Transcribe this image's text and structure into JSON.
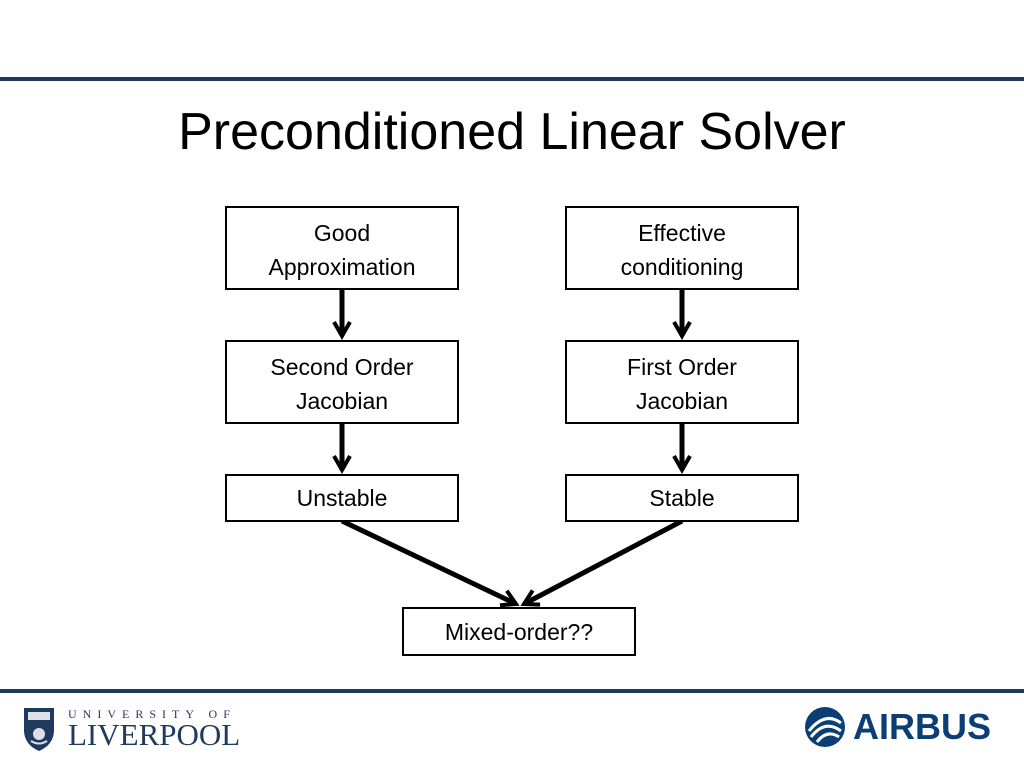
{
  "slide": {
    "title": "Preconditioned Linear Solver"
  },
  "diagram": {
    "nodes": [
      {
        "id": "good-approx",
        "lines": [
          "Good",
          "Approximation"
        ]
      },
      {
        "id": "effective-cond",
        "lines": [
          "Effective",
          "conditioning"
        ]
      },
      {
        "id": "second-order",
        "lines": [
          "Second Order",
          "Jacobian"
        ]
      },
      {
        "id": "first-order",
        "lines": [
          "First Order",
          "Jacobian"
        ]
      },
      {
        "id": "unstable",
        "lines": [
          "Unstable"
        ]
      },
      {
        "id": "stable",
        "lines": [
          "Stable"
        ]
      },
      {
        "id": "mixed-order",
        "lines": [
          "Mixed-order??"
        ]
      }
    ],
    "edges": [
      {
        "from": "good-approx",
        "to": "second-order"
      },
      {
        "from": "effective-cond",
        "to": "first-order"
      },
      {
        "from": "second-order",
        "to": "unstable"
      },
      {
        "from": "first-order",
        "to": "stable"
      },
      {
        "from": "unstable",
        "to": "mixed-order"
      },
      {
        "from": "stable",
        "to": "mixed-order"
      }
    ]
  },
  "footer": {
    "left_logo": {
      "line1": "UNIVERSITY OF",
      "line2": "LIVERPOOL",
      "icon": "university-crest-icon"
    },
    "right_logo": {
      "text": "AIRBUS",
      "icon": "airbus-swirl-icon"
    }
  },
  "colors": {
    "rule": "#1f3a5f",
    "liverpool_blue": "#1f3a5f",
    "airbus_blue": "#0b3e75"
  }
}
